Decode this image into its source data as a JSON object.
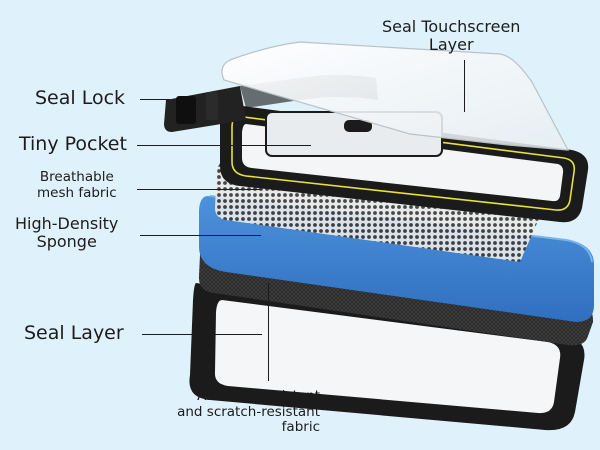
{
  "labels": {
    "seal_touchscreen": "Seal Touchscreen\nLayer",
    "seal_lock": "Seal Lock",
    "tiny_pocket": "Tiny Pocket",
    "breathable_mesh": "Breathable\nmesh fabric",
    "high_density_sponge": "High-Density\nSponge",
    "seal_layer": "Seal Layer",
    "abrasion_fabric": "Abrasion-resistant\nand scratch-resistant\nfabric"
  },
  "colors": {
    "background": "#dff1fa",
    "sponge_blue": "#3a7fcf",
    "frame_black": "#1b1b1b",
    "accent_yellow": "#e6e23a"
  }
}
